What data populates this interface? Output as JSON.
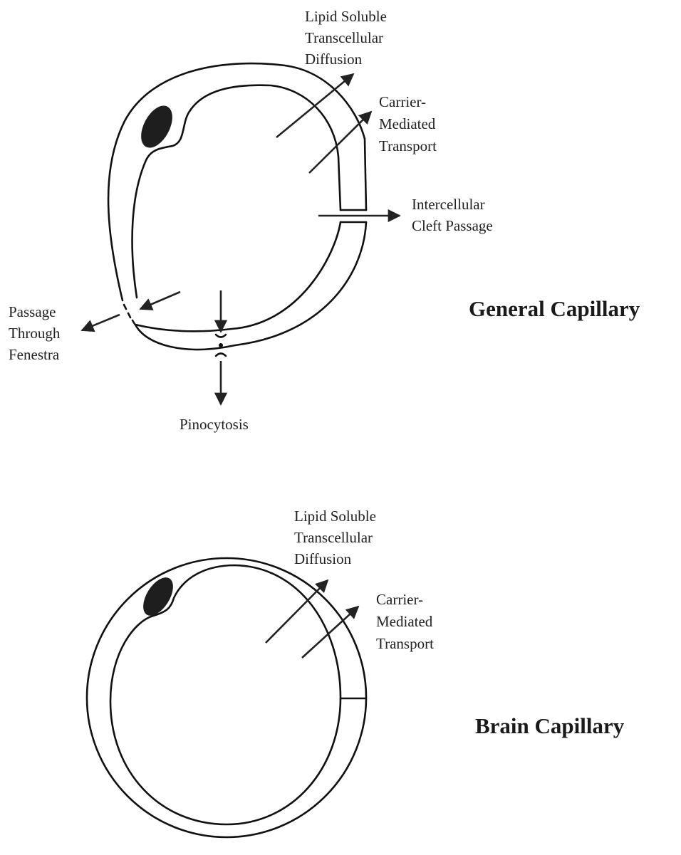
{
  "general_capillary": {
    "title": "General Capillary",
    "routes": {
      "lipid_soluble": [
        "Lipid Soluble",
        "Transcellular",
        "Diffusion"
      ],
      "carrier_mediated": [
        "Carrier-",
        "Mediated",
        "Transport"
      ],
      "intercellular_cleft": [
        "Intercellular",
        "Cleft Passage"
      ],
      "fenestra": [
        "Passage",
        "Through",
        "Fenestra"
      ],
      "pinocytosis": [
        "Pinocytosis"
      ]
    }
  },
  "brain_capillary": {
    "title": "Brain Capillary",
    "routes": {
      "lipid_soluble": [
        "Lipid Soluble",
        "Transcellular",
        "Diffusion"
      ],
      "carrier_mediated": [
        "Carrier-",
        "Mediated",
        "Transport"
      ]
    }
  },
  "colors": {
    "line": "#111111",
    "nucleus": "#1e1e1e",
    "text": "#222222"
  }
}
